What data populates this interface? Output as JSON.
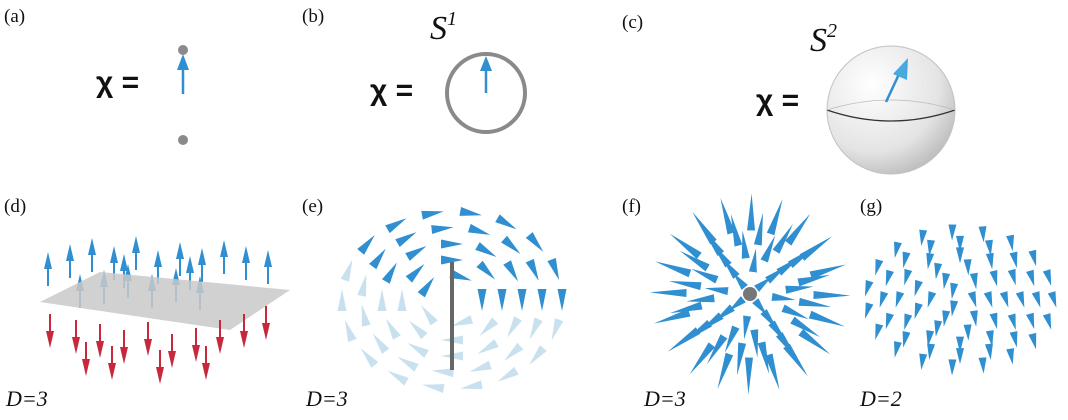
{
  "panels": {
    "a": {
      "label": "(a)",
      "chi": "χ ="
    },
    "b": {
      "label": "(b)",
      "chi": "χ =",
      "space": "S",
      "space_sup": "1"
    },
    "c": {
      "label": "(c)",
      "chi": "χ =",
      "space": "S",
      "space_sup": "2"
    },
    "d": {
      "label": "(d)",
      "dim": "D=3"
    },
    "e": {
      "label": "(e)",
      "dim": "D=3"
    },
    "f": {
      "label": "(f)",
      "dim": "D=3"
    },
    "g": {
      "label": "(g)",
      "dim": "D=2"
    }
  },
  "colors": {
    "arrow_blue": "#2f8fd0",
    "arrow_red": "#c8283c",
    "point_gray": "#8a8a8a",
    "light_blue": "#b7d7ea",
    "plane_gray": "#c9c9c9"
  }
}
